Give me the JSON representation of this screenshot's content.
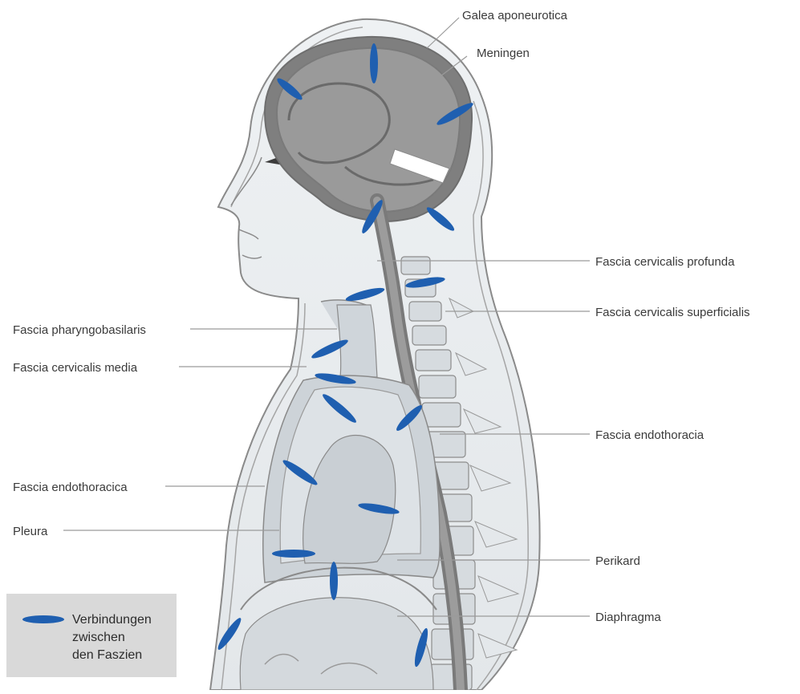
{
  "labels": {
    "galea": "Galea aponeurotica",
    "meningen": "Meningen",
    "fascia_cervicalis_profunda": "Fascia cervicalis profunda",
    "fascia_cervicalis_superficialis": "Fascia cervicalis superficialis",
    "fascia_pharyngobasilaris": "Fascia pharyngobasilaris",
    "fascia_cervicalis_media": "Fascia cervicalis media",
    "fascia_endothoracia": "Fascia endothoracia",
    "fascia_endothoracica": "Fascia endothoracica",
    "pleura": "Pleura",
    "perikard": "Perikard",
    "diaphragma": "Diaphragma"
  },
  "legend": {
    "text": "Verbindungen\nzwischen\nden Faszien"
  },
  "colors": {
    "connection_marker": "#1f5fb0",
    "brain_grey": "#8f8f8f",
    "tissue_light": "#e9ecee",
    "legend_bg": "#d9d9d9"
  }
}
